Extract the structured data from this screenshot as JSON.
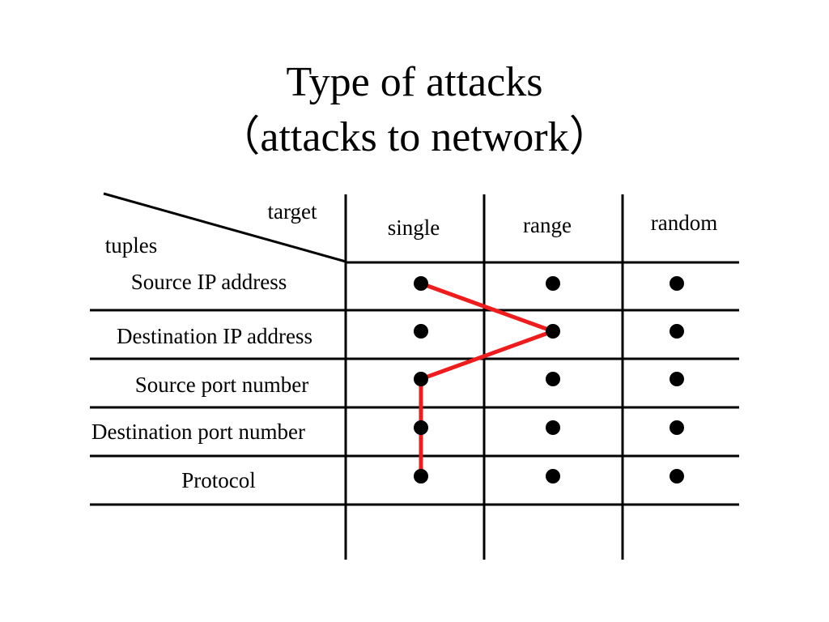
{
  "slide": {
    "title": "Type of attacks",
    "subtitle": "（attacks to network）"
  },
  "table": {
    "corner_top_label": "target",
    "corner_bottom_label": "tuples",
    "columns": [
      "single",
      "range",
      "random"
    ],
    "rows": [
      "Source IP address",
      "Destination IP address",
      "Source port number",
      "Destination port number",
      "Protocol"
    ],
    "dots": [
      [
        true,
        true,
        true
      ],
      [
        true,
        true,
        true
      ],
      [
        true,
        true,
        true
      ],
      [
        true,
        true,
        true
      ],
      [
        true,
        true,
        true
      ]
    ],
    "selection_path": [
      {
        "row": 0,
        "col": 0
      },
      {
        "row": 1,
        "col": 1
      },
      {
        "row": 2,
        "col": 0
      },
      {
        "row": 3,
        "col": 0
      },
      {
        "row": 4,
        "col": 0
      }
    ],
    "colors": {
      "lines": "#000000",
      "dots": "#000000",
      "selection": "#ee1c1c"
    }
  }
}
